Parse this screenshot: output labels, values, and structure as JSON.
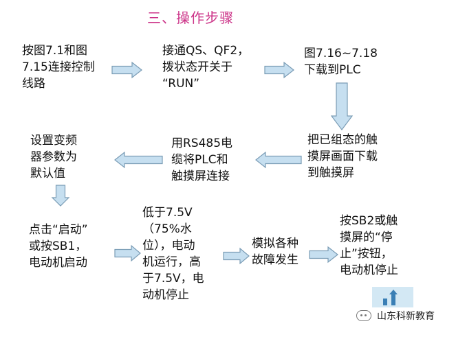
{
  "title": "三、操作步骤",
  "steps": [
    {
      "id": "s1",
      "lines": [
        "按图7.1和图",
        "7.15连接控制",
        "线路"
      ]
    },
    {
      "id": "s2",
      "lines": [
        "接通QS、QF2，",
        "拨状态开关于",
        "“RUN”"
      ]
    },
    {
      "id": "s3",
      "lines": [
        "图7.16~7.18",
        "下载到PLC"
      ]
    },
    {
      "id": "s4",
      "lines": [
        "把已组态的触",
        "摸屏画面下载",
        "到触摸屏"
      ]
    },
    {
      "id": "s5",
      "lines": [
        "用RS485电",
        "缆将PLC和",
        "触摸屏连接"
      ]
    },
    {
      "id": "s6",
      "lines": [
        "设置变频",
        "器参数为",
        "默认值"
      ]
    },
    {
      "id": "s7",
      "lines": [
        "点击“启动”",
        "或按SB1，",
        "电动机启动"
      ]
    },
    {
      "id": "s8",
      "lines": [
        "低于7.5V",
        "（75%水",
        "位），电动",
        "机运行，高",
        "于7.5V，电",
        "动机停止"
      ]
    },
    {
      "id": "s9",
      "lines": [
        "模拟各种",
        "故障发生"
      ]
    },
    {
      "id": "s10",
      "lines": [
        "按SB2或触",
        "摸屏的“停",
        "止”按钮，",
        "电动机停止"
      ]
    }
  ],
  "watermark": "山东科新教育",
  "colors": {
    "title": "#cc3388",
    "arrow_fill": "#c6dff0",
    "arrow_stroke": "#7a9cb5"
  }
}
